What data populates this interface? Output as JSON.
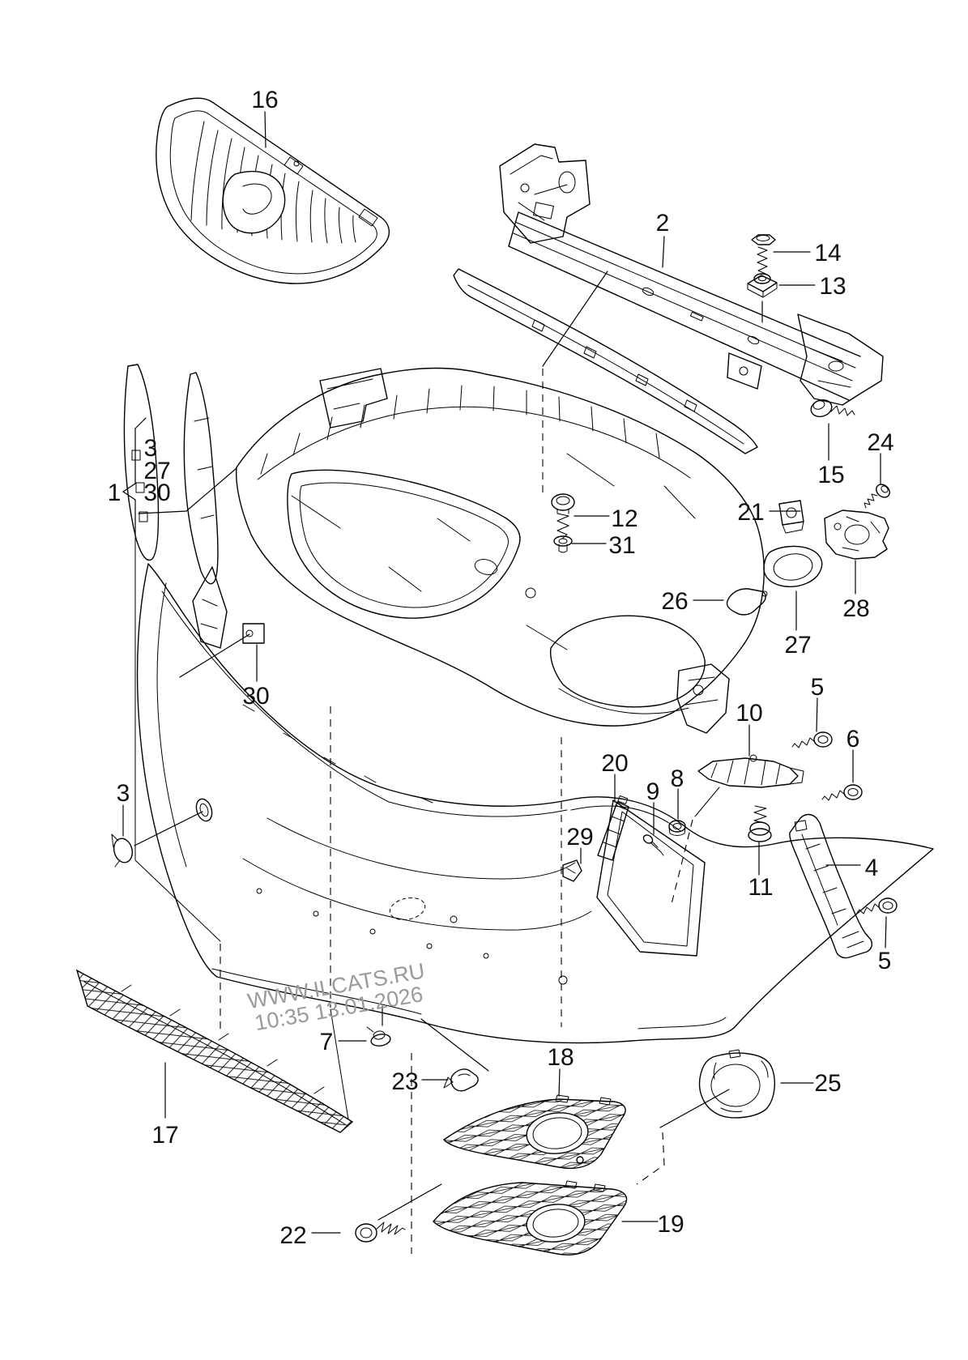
{
  "watermark": {
    "line1": "WWW.ILCATS.RU",
    "line2": "10:35 13.01.2026"
  },
  "colors": {
    "line": "#000000",
    "watermark": "#9a9a9a",
    "background": "#ffffff"
  },
  "callouts": [
    {
      "text": "16"
    },
    {
      "text": "2"
    },
    {
      "text": "14"
    },
    {
      "text": "13"
    },
    {
      "text": "15"
    },
    {
      "text": "24"
    },
    {
      "text": "21"
    },
    {
      "text": "28"
    },
    {
      "text": "12"
    },
    {
      "text": "31"
    },
    {
      "text": "26"
    },
    {
      "text": "27"
    },
    {
      "text": "1"
    },
    {
      "text": "3"
    },
    {
      "text": "27"
    },
    {
      "text": "30"
    },
    {
      "text": "30"
    },
    {
      "text": "3"
    },
    {
      "text": "5"
    },
    {
      "text": "10"
    },
    {
      "text": "6"
    },
    {
      "text": "20"
    },
    {
      "text": "8"
    },
    {
      "text": "9"
    },
    {
      "text": "29"
    },
    {
      "text": "11"
    },
    {
      "text": "4"
    },
    {
      "text": "5"
    },
    {
      "text": "7"
    },
    {
      "text": "17"
    },
    {
      "text": "23"
    },
    {
      "text": "18"
    },
    {
      "text": "25"
    },
    {
      "text": "22"
    },
    {
      "text": "19"
    }
  ]
}
